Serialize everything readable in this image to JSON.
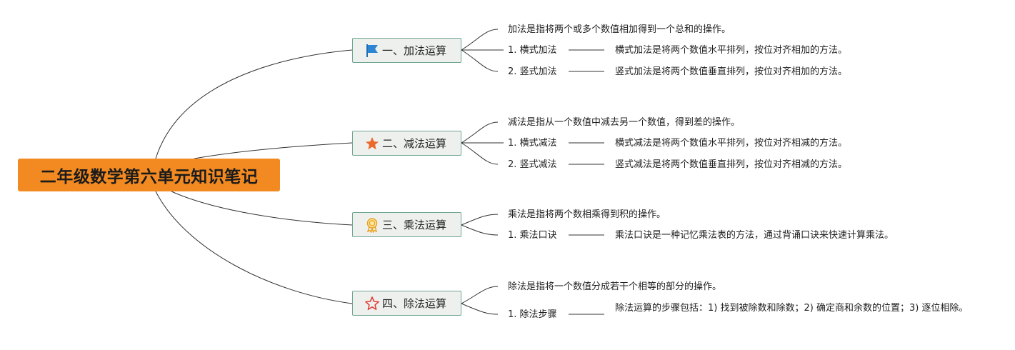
{
  "root": {
    "title": "二年级数学第六单元知识笔记"
  },
  "colors": {
    "root_bg": "#f28a21",
    "branch_bg": "#eef0ee",
    "branch_border": "#6fa793",
    "line": "#333333"
  },
  "branches": [
    {
      "label": "一、加法运算",
      "icon": "flag-icon",
      "definition": "加法是指将两个或多个数值相加得到一个总和的操作。",
      "items": [
        {
          "label": "1. 横式加法",
          "detail": "横式加法是将两个数值水平排列，按位对齐相加的方法。"
        },
        {
          "label": "2. 竖式加法",
          "detail": "竖式加法是将两个数值垂直排列，按位对齐相加的方法。"
        }
      ]
    },
    {
      "label": "二、减法运算",
      "icon": "star-filled-icon",
      "definition": "减法是指从一个数值中减去另一个数值，得到差的操作。",
      "items": [
        {
          "label": "1. 横式减法",
          "detail": "横式减法是将两个数值水平排列，按位对齐相减的方法。"
        },
        {
          "label": "2. 竖式减法",
          "detail": "竖式减法是将两个数值垂直排列，按位对齐相减的方法。"
        }
      ]
    },
    {
      "label": "三、乘法运算",
      "icon": "award-medal-icon",
      "definition": "乘法是指将两个数相乘得到积的操作。",
      "items": [
        {
          "label": "1. 乘法口诀",
          "detail": "乘法口诀是一种记忆乘法表的方法，通过背诵口诀来快速计算乘法。"
        }
      ]
    },
    {
      "label": "四、除法运算",
      "icon": "star-outline-icon",
      "definition": "除法是指将一个数值分成若干个相等的部分的操作。",
      "items": [
        {
          "label": "1. 除法步骤",
          "detail": "除法运算的步骤包括：1) 找到被除数和除数；2) 确定商和余数的位置；3) 逐位相除。"
        }
      ]
    }
  ]
}
